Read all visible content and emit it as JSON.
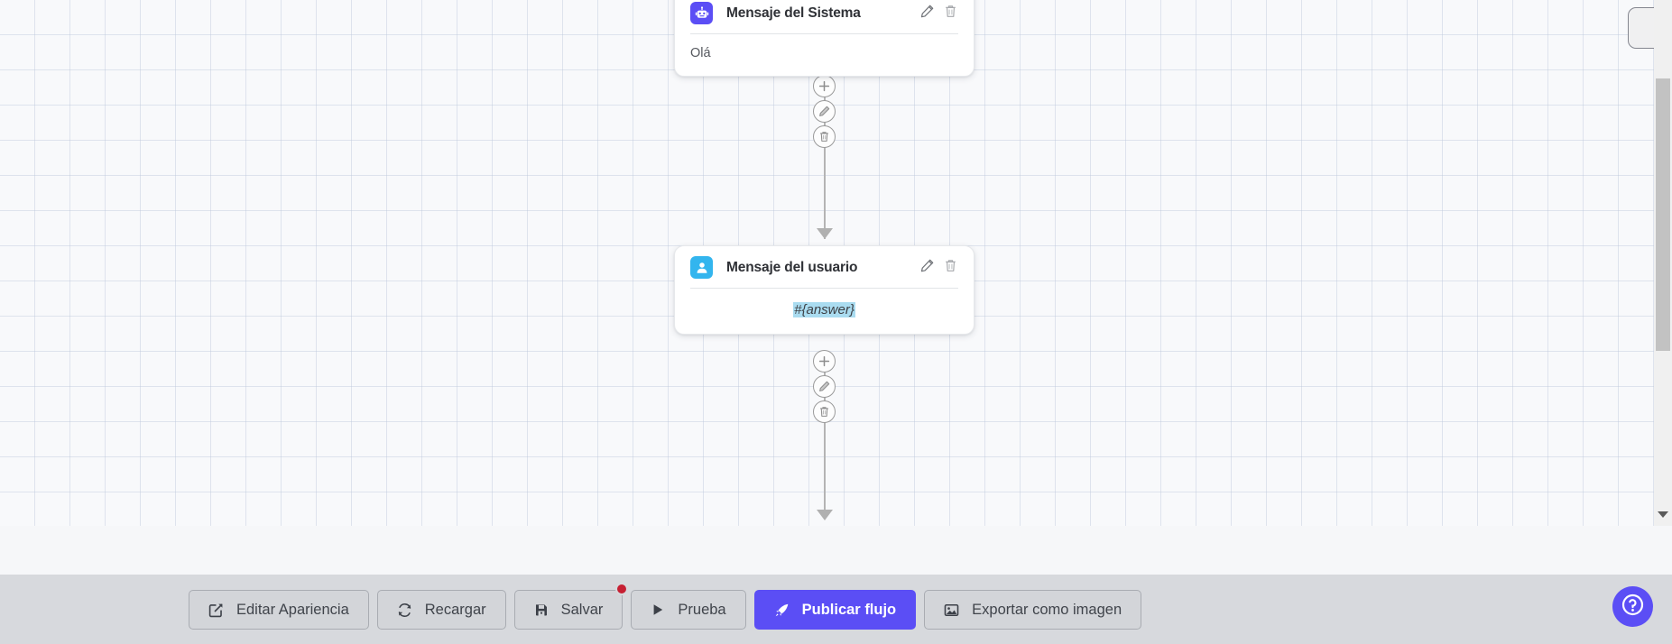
{
  "canvas": {
    "grid_size": 39,
    "background_color": "#f8f9fb",
    "grid_color": "#bec8dc"
  },
  "nodes": [
    {
      "id": "system-message",
      "icon": "robot-icon",
      "icon_color": "#5b4ef5",
      "title": "Mensaje del Sistema",
      "body_text": "Olá",
      "edit_icon": "pencil-icon",
      "delete_icon": "trash-icon"
    },
    {
      "id": "user-message",
      "icon": "user-icon",
      "icon_color": "#33b5ee",
      "title": "Mensaje del usuario",
      "body_text": "#{answer}",
      "body_is_variable": true,
      "highlight_color": "#aadcf0",
      "edit_icon": "pencil-icon",
      "delete_icon": "trash-icon"
    }
  ],
  "edge_controls": {
    "add_label": "plus-icon",
    "edit_label": "edit-icon",
    "delete_label": "delete-icon"
  },
  "scrollbar": {
    "orientation": "vertical",
    "down_arrow": "chevron-down-icon",
    "thumb_color": "#c2c2c2"
  },
  "toolbar": {
    "background_color": "#d7d9dd",
    "buttons": [
      {
        "id": "edit-appearance",
        "label": "Editar Apariencia",
        "icon": "pencil-square-icon",
        "primary": false,
        "badge": false
      },
      {
        "id": "reload",
        "label": "Recargar",
        "icon": "refresh-icon",
        "primary": false,
        "badge": false
      },
      {
        "id": "save",
        "label": "Salvar",
        "icon": "floppy-disk-icon",
        "primary": false,
        "badge": true,
        "badge_color": "#c62033"
      },
      {
        "id": "test",
        "label": "Prueba",
        "icon": "play-icon",
        "primary": false,
        "badge": false
      },
      {
        "id": "publish-flow",
        "label": "Publicar flujo",
        "icon": "rocket-icon",
        "primary": true,
        "badge": false,
        "accent_color": "#5b4ef5"
      },
      {
        "id": "export-image",
        "label": "Exportar como imagen",
        "icon": "image-icon",
        "primary": false,
        "badge": false
      }
    ]
  },
  "help": {
    "icon": "question-circle-icon",
    "color": "#5b4ef5"
  }
}
